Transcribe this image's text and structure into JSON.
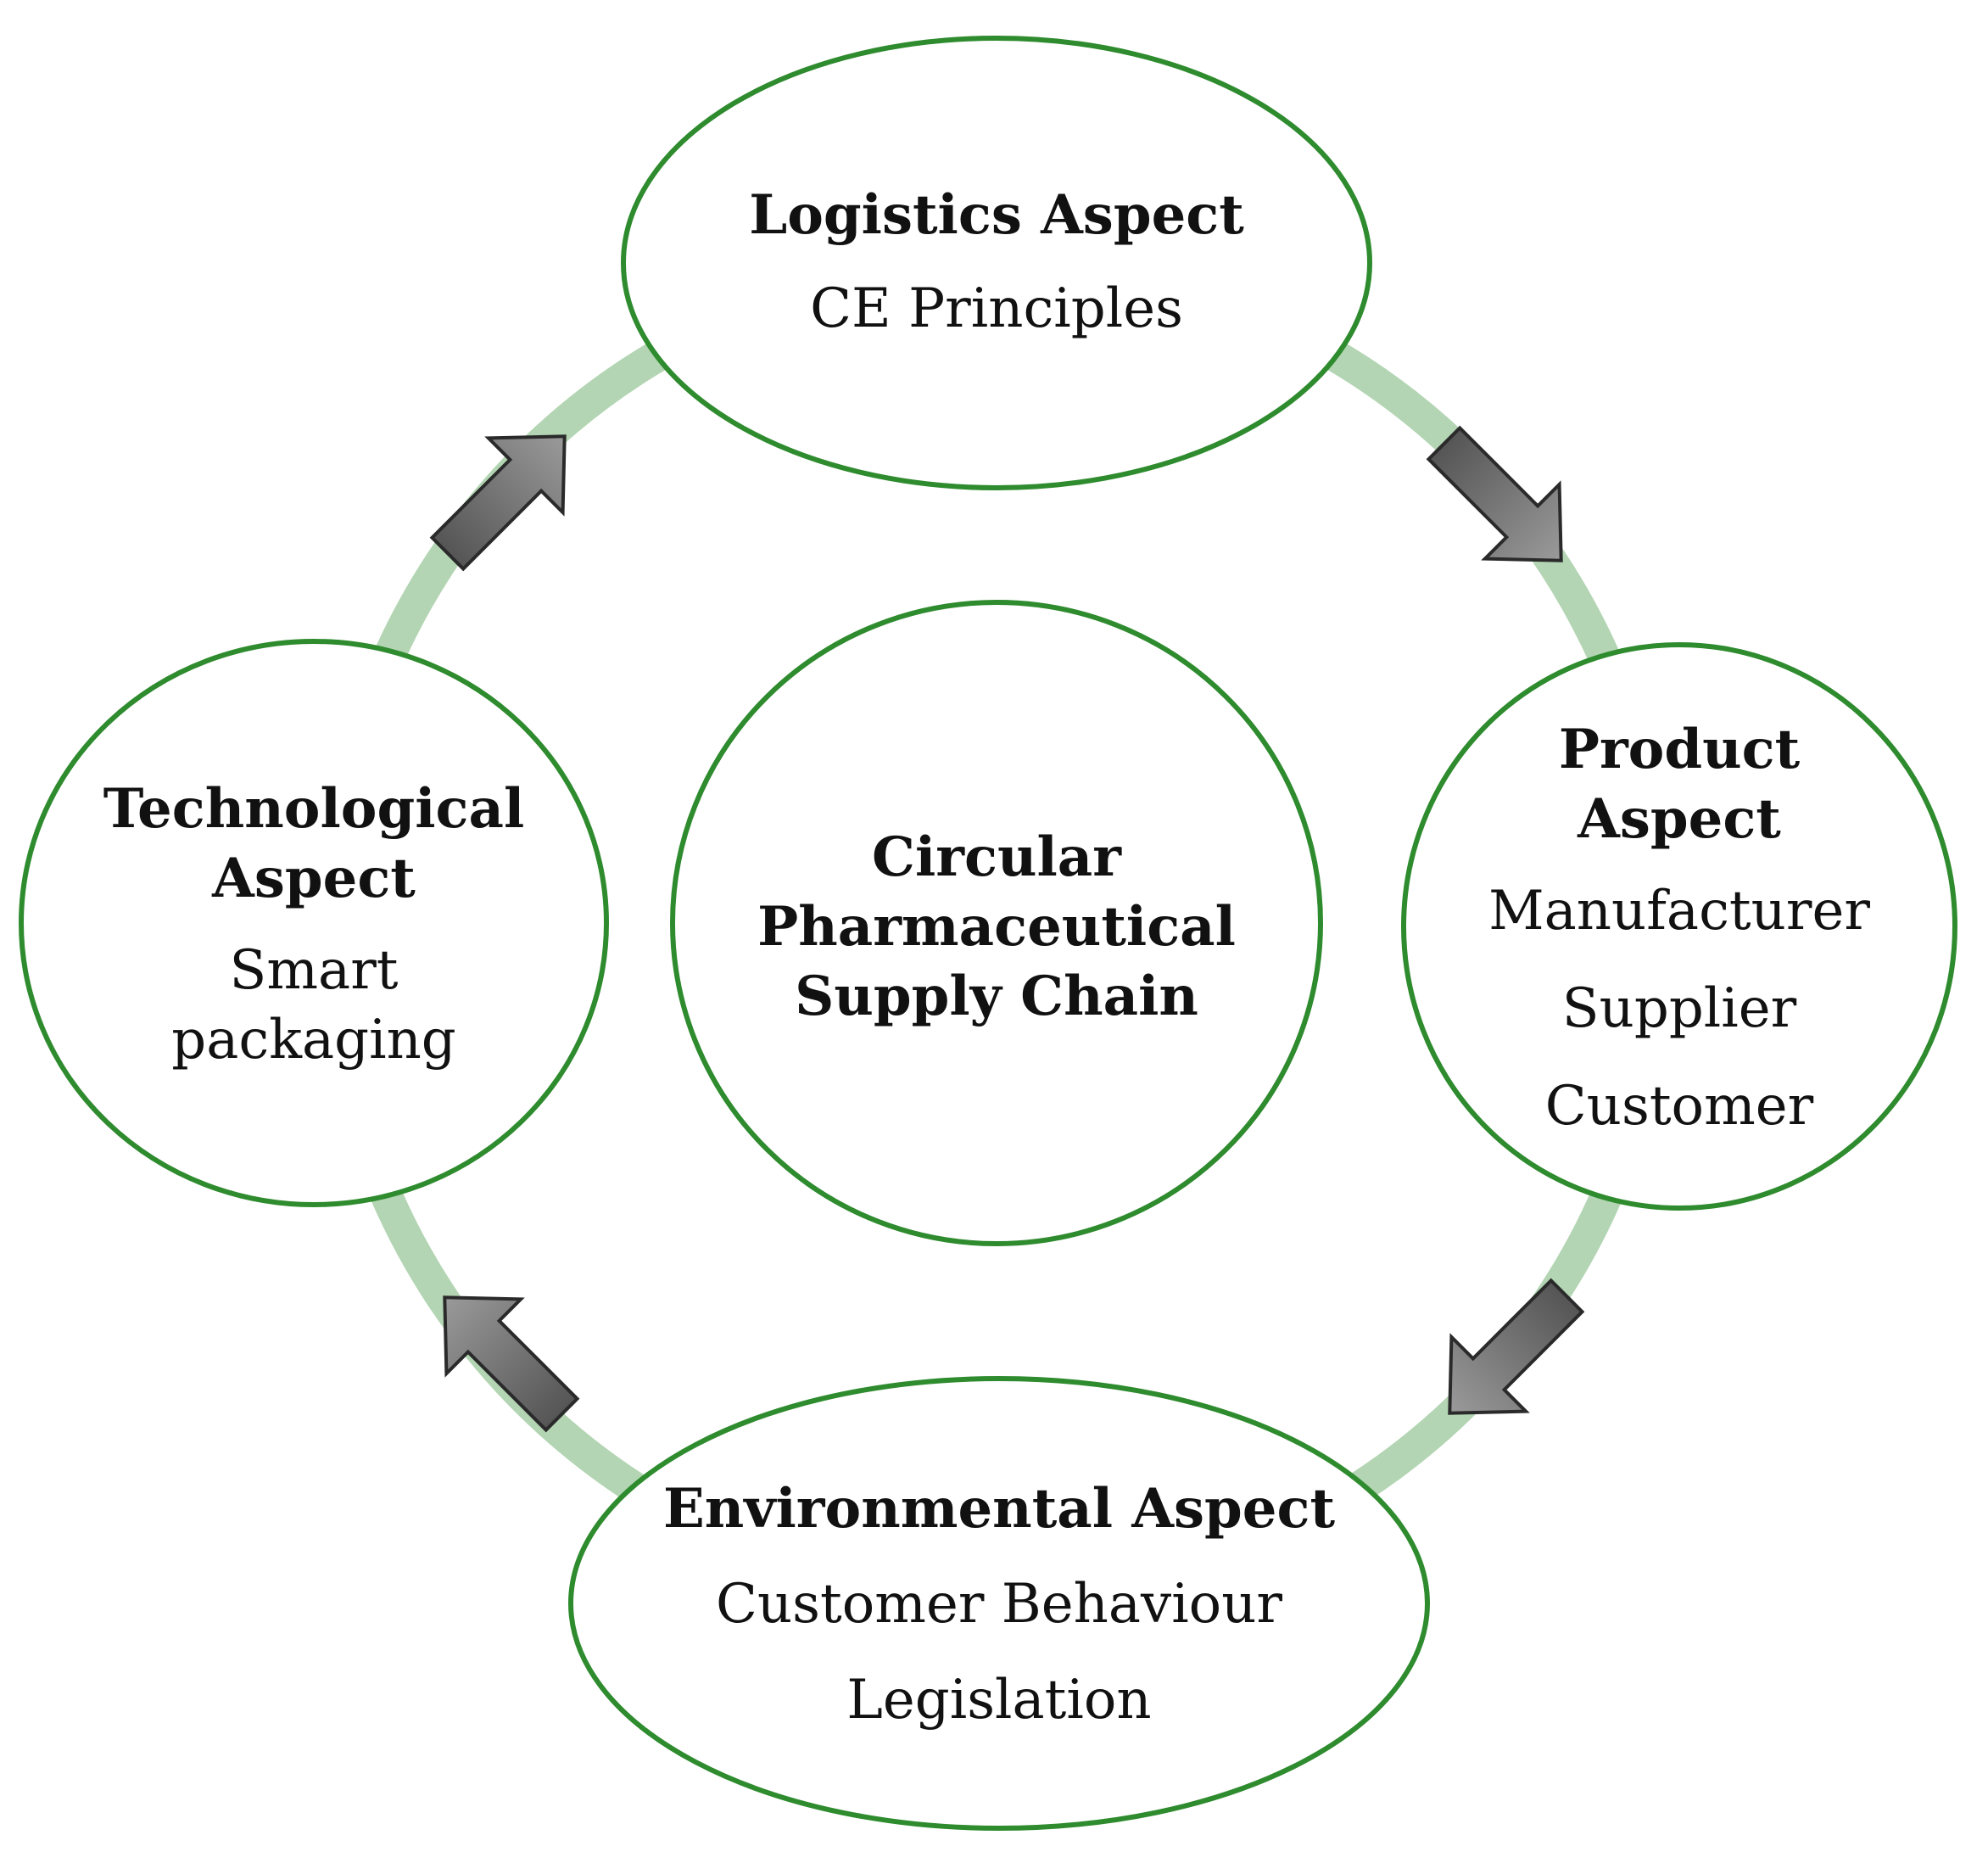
{
  "colors": {
    "node_stroke": "#2e8b2e",
    "ring": "#b3d5b3",
    "arrow_dark": "#555555",
    "arrow_light": "#9a9a9a"
  },
  "center": {
    "lines": [
      "Circular",
      "Pharmaceutical",
      "Supply Chain"
    ]
  },
  "nodes": {
    "logistics": {
      "title_lines": [
        "Logistics Aspect"
      ],
      "items": [
        "CE Principles"
      ]
    },
    "product": {
      "title_lines": [
        "Product",
        "Aspect"
      ],
      "items": [
        "Manufacturer",
        "Supplier",
        "Customer"
      ]
    },
    "environmental": {
      "title_lines": [
        "Environmental Aspect"
      ],
      "items": [
        "Customer Behaviour",
        "Legislation"
      ]
    },
    "technological": {
      "title_lines": [
        "Technological",
        "Aspect"
      ],
      "items": [
        "Smart",
        "packaging"
      ]
    }
  },
  "arrows": [
    {
      "from": "logistics",
      "to": "product",
      "icon": "arrow-down-right-icon"
    },
    {
      "from": "product",
      "to": "environmental",
      "icon": "arrow-down-left-icon"
    },
    {
      "from": "environmental",
      "to": "technological",
      "icon": "arrow-up-left-icon"
    },
    {
      "from": "technological",
      "to": "logistics",
      "icon": "arrow-up-right-icon"
    }
  ]
}
